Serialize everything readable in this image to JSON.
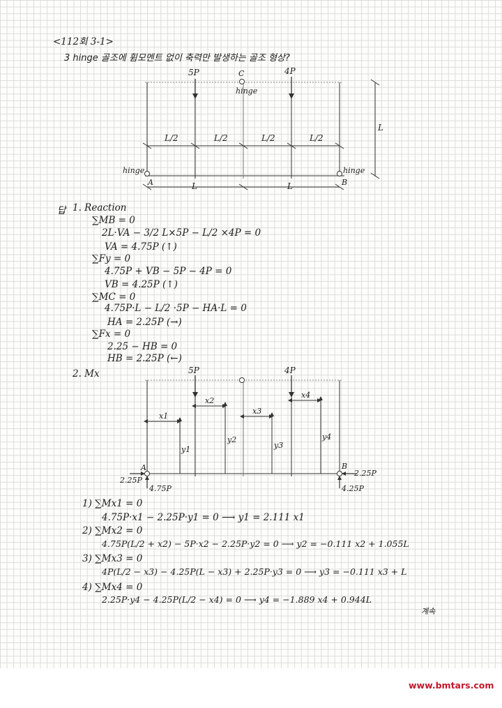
{
  "header": {
    "ref": "<112회 3-1>",
    "question": "3 hinge 골조에 휨모멘트 없이 축력만 발생하는 골조 형상?"
  },
  "figure1": {
    "load_left": "5P",
    "load_right": "4P",
    "node_c": "C",
    "hinge_c": "hinge",
    "hinge_a": "hinge",
    "hinge_b": "hinge",
    "support_a": "A",
    "support_b": "B",
    "half_span_1": "L/2",
    "half_span_2": "L/2",
    "half_span_3": "L/2",
    "half_span_4": "L/2",
    "span_left": "L",
    "span_right": "L",
    "height": "L"
  },
  "solution": {
    "answer_label": "답",
    "step1": "1. Reaction",
    "l1": "∑MB = 0",
    "l2": "2L·VA − 3/2 L×5P − L/2 ×4P = 0",
    "l3": "VA = 4.75P (↑)",
    "l4": "∑Fy = 0",
    "l5": "4.75P + VB − 5P − 4P = 0",
    "l6": "VB = 4.25P (↑)",
    "l7": "∑MC = 0",
    "l8": "4.75P·L − L/2 ·5P − HA·L = 0",
    "l9": "HA = 2.25P (→)",
    "l10": "∑Fx = 0",
    "l11": "2.25 − HB = 0",
    "l12": "HB = 2.25P (←)",
    "step2": "2. Mx"
  },
  "figure2": {
    "load_left": "5P",
    "load_right": "4P",
    "x1": "x1",
    "x2": "x2",
    "x3": "x3",
    "x4": "x4",
    "y1": "y1",
    "y2": "y2",
    "y3": "y3",
    "y4": "y4",
    "support_a": "A",
    "support_b": "B",
    "ha": "2.25P",
    "va": "4.75P",
    "hb": "2.25P",
    "vb": "4.25P"
  },
  "cases": {
    "c1_title": "1) ∑Mx1 = 0",
    "c1_eq": "4.75P·x1 − 2.25P·y1 = 0  ⟶  y1 = 2.111 x1",
    "c2_title": "2) ∑Mx2 = 0",
    "c2_eq": "4.75P(L/2 + x2) − 5P·x2 − 2.25P·y2 = 0  ⟶  y2 = −0.111 x2 + 1.055L",
    "c3_title": "3) ∑Mx3 = 0",
    "c3_eq": "4P(L/2 − x3) − 4.25P(L − x3) + 2.25P·y3 = 0  ⟶  y3 = −0.111 x3 + L",
    "c4_title": "4) ∑Mx4 = 0",
    "c4_eq": "2.25P·y4 − 4.25P(L/2 − x4) = 0  ⟶  y4 = −1.889 x4 + 0.944L",
    "continued": "계속"
  },
  "footer": {
    "watermark": "www.bmtars.com"
  }
}
